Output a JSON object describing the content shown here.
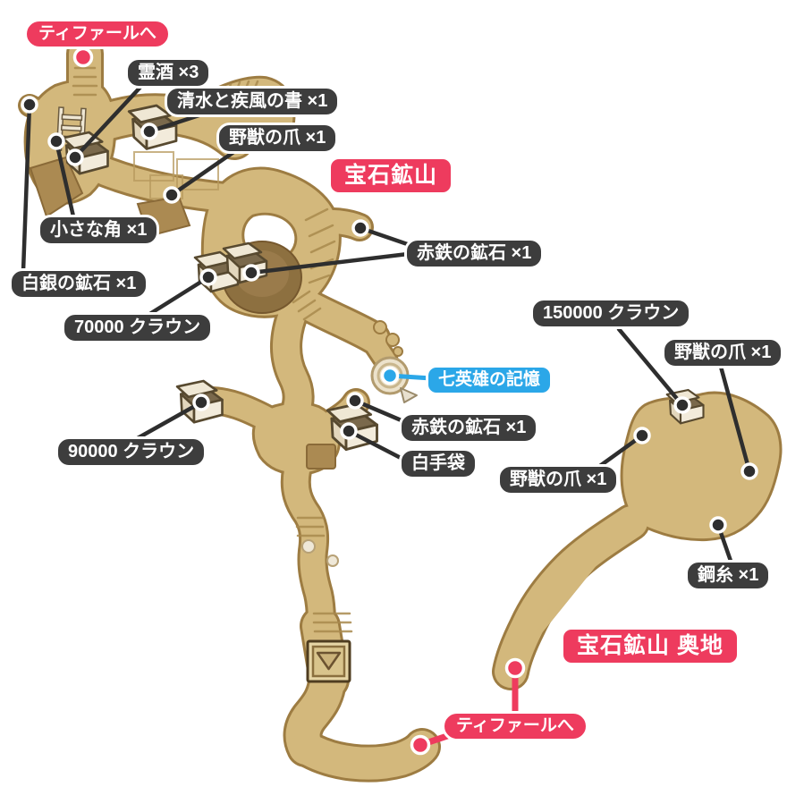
{
  "map": {
    "areas": {
      "main": "宝石鉱山",
      "inner": "宝石鉱山 奥地"
    },
    "exits": {
      "top": "ティファールへ",
      "bottom": "ティファールへ"
    },
    "special": {
      "seven_heroes": "七英雄の記憶"
    },
    "items": {
      "reishu": "霊酒 ×3",
      "seisui": "清水と疾風の書 ×1",
      "yaju_top": "野獣の爪 ×1",
      "chiisana": "小さな角 ×1",
      "hakugin": "白銀の鉱石 ×1",
      "akatetsu_1": "赤鉄の鉱石 ×1",
      "crown_70000": "70000 クラウン",
      "crown_90000": "90000 クラウン",
      "crown_150000": "150000 クラウン",
      "yaju_right": "野獣の爪 ×1",
      "akatetsu_2": "赤鉄の鉱石 ×1",
      "shirotebukuro": "白手袋",
      "yaju_mid": "野獣の爪 ×1",
      "koshi": "鋼糸 ×1"
    },
    "colors": {
      "accent_red": "#ee3b5e",
      "accent_blue": "#2ba7e8",
      "label_dark": "#3d3d3d",
      "map_fill": "#d3b87c",
      "map_edge": "#9d7c42",
      "platform_brown": "#ab8a52"
    }
  }
}
